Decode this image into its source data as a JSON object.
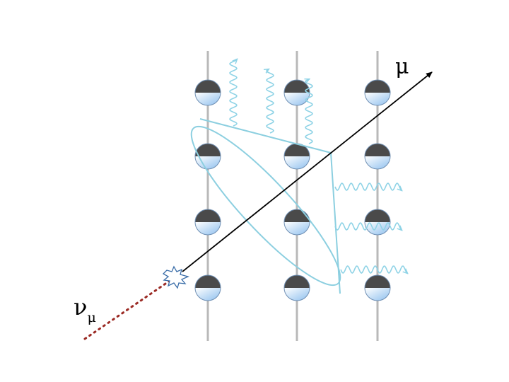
{
  "labels": {
    "muon": "μ",
    "neutrino_symbol": "ν",
    "neutrino_subscript": "μ"
  },
  "colors": {
    "string": "#b9b9b9",
    "module_top": "#4a4a4a",
    "module_bottom_light": "#ffffff",
    "module_bottom_dark": "#9fc6ee",
    "cone": "#8ccfe0",
    "photon": "#8fd3e6",
    "track": "#000000",
    "neutrino": "#9b2a24",
    "vertex": "#3a6da8"
  },
  "strings_count": 3,
  "modules_per_string": 4,
  "icons": {
    "vertex": "interaction-star-icon",
    "module": "optical-module-icon",
    "photon": "wavy-photon-icon"
  }
}
